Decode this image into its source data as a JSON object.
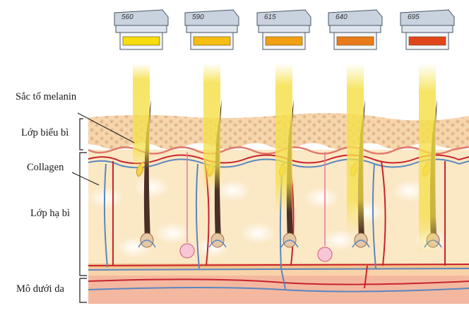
{
  "labels": {
    "melanin": "Sắc tố melanin",
    "epidermis": "Lớp biểu bì",
    "collagen": "Collagen",
    "dermis": "Lớp hạ bì",
    "subcutis": "Mô dưới da"
  },
  "filters": [
    {
      "wavelength": "560",
      "color": "#f7dc0e"
    },
    {
      "wavelength": "590",
      "color": "#f6be12"
    },
    {
      "wavelength": "615",
      "color": "#f0a012"
    },
    {
      "wavelength": "640",
      "color": "#ea7b1a"
    },
    {
      "wavelength": "695",
      "color": "#e0461c"
    }
  ],
  "colors": {
    "dermis": "#fbe8c4",
    "epidermis": "#f8d9b2",
    "subcutis": "#f4b8a0",
    "artery": "#c8232c",
    "vein": "#5b86c0",
    "light_beam": "#f5e04a",
    "hair": "#4a2f26"
  }
}
